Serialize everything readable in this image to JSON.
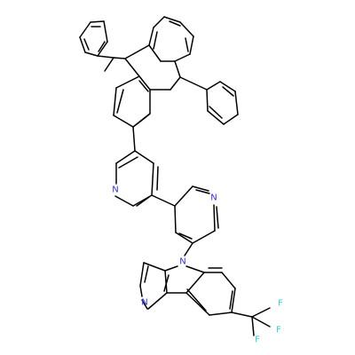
{
  "molecule": {
    "atoms": [
      {
        "id": "N1",
        "symbol": "N",
        "text": "N",
        "color": "#3333cc"
      },
      {
        "id": "N2",
        "symbol": "N",
        "text": "N",
        "color": "#3333cc"
      },
      {
        "id": "N3",
        "symbol": "N",
        "text": "N",
        "color": "#3333cc"
      },
      {
        "id": "N4",
        "symbol": "N",
        "text": "N",
        "color": "#3333cc"
      },
      {
        "id": "F1",
        "symbol": "F",
        "text": "F",
        "color": "#33cccc"
      },
      {
        "id": "F2",
        "symbol": "F",
        "text": "F",
        "color": "#33cccc"
      },
      {
        "id": "F3",
        "symbol": "F",
        "text": "F",
        "color": "#33cccc"
      }
    ],
    "bond_color": "#000000",
    "background": "#ffffff"
  }
}
